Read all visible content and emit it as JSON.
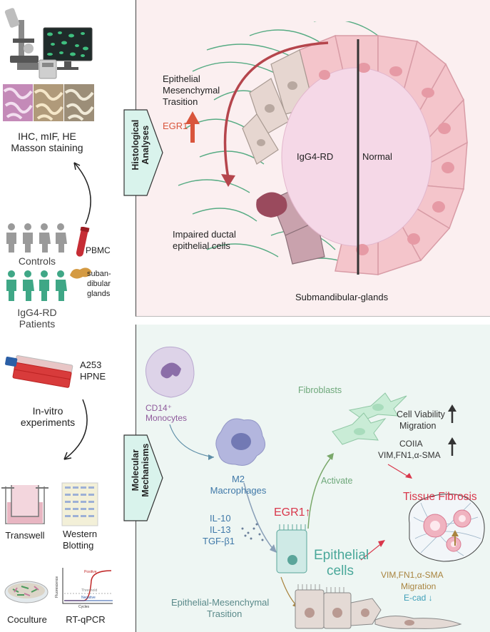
{
  "left": {
    "stain_label_1": "IHC, mIF, HE",
    "stain_label_2": "Masson staining",
    "pbmc": "PBMC",
    "controls": "Controls",
    "glands_1": "suban-",
    "glands_2": "dibular",
    "glands_3": "glands",
    "patients_1": "IgG4-RD",
    "patients_2": "Patients",
    "cell_line_1": "A253",
    "cell_line_2": "HPNE",
    "invitro_1": "In-vitro",
    "invitro_2": "experiments",
    "transwell": "Transwell",
    "western_1": "Western",
    "western_2": "Blotting",
    "coculture": "Coculture",
    "rtqpcr": "RT-qPCR",
    "pcr_positive": "Positive",
    "pcr_threshold": "Threshold",
    "pcr_negative": "Negative",
    "pcr_xaxis": "Cycles",
    "pcr_yaxis": "Fluorescence"
  },
  "top_panel": {
    "section_label_1": "Histological",
    "section_label_2": "Analyses",
    "emt_1": "Epithelial",
    "emt_2": "Mesenchymal",
    "emt_3": "Trasition",
    "egr1": "EGR1",
    "igg4": "IgG4-RD",
    "normal": "Normal",
    "impaired_1": "Impaired ductal",
    "impaired_2": "epithelial cells",
    "glands": "Submandibular-glands",
    "bg_color": "#fbeff0",
    "arrow_color": "#b5454c"
  },
  "bottom_panel": {
    "section_label_1": "Molecular",
    "section_label_2": "Mechanisms",
    "monocytes_1": "CD14⁺",
    "monocytes_2": "Monocytes",
    "macrophages_1": "M2",
    "macrophages_2": "Macrophages",
    "fibroblasts": "Fibroblasts",
    "viability_1": "Cell Viability",
    "viability_2": "Migration",
    "markers_1": "COIIA",
    "markers_2": "VIM,FN1,α-SMA",
    "activate": "Activate",
    "tissue_fibrosis": "Tissue Fibrosis",
    "cytokine_1": "IL-10",
    "cytokine_2": "IL-13",
    "cytokine_3": "TGF-β1",
    "egr1": "EGR1↑",
    "epithelial_1": "Epithelial",
    "epithelial_2": "cells",
    "emt_markers_1": "VIM,FN1,α-SMA",
    "emt_markers_2": "Migration",
    "emt_markers_3": "E-cad ↓",
    "emt_1": "Epithelial-Mesenchymal",
    "emt_2": "Trasition",
    "bg_color": "#eef6f3",
    "teal": "#4aa89a",
    "red": "#d9374b",
    "purple": "#8e5a9b",
    "blue": "#3f78a8"
  }
}
